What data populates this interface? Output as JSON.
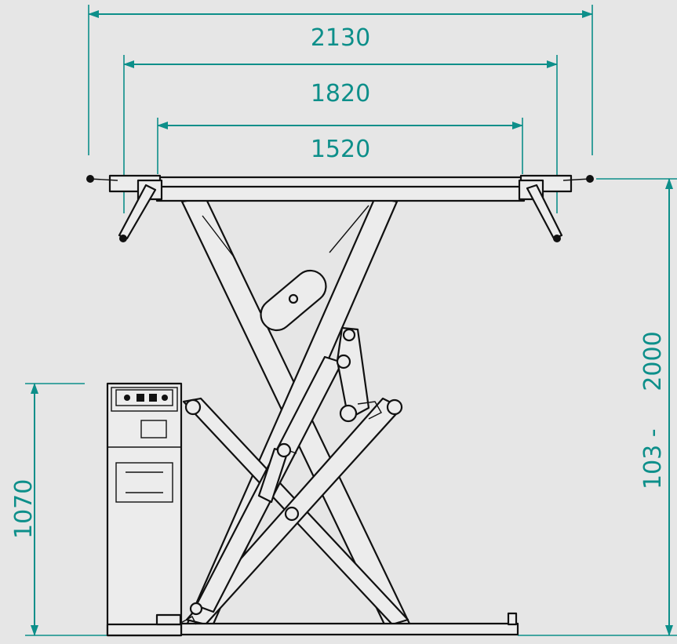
{
  "dimensions": {
    "width_outer": "2130",
    "width_middle": "1820",
    "width_inner": "1520",
    "height_range": "103 -     2000",
    "console_height": "1070"
  },
  "colors": {
    "background": "#e6e6e6",
    "dimension": "#0d8f8a",
    "line": "#111111"
  }
}
